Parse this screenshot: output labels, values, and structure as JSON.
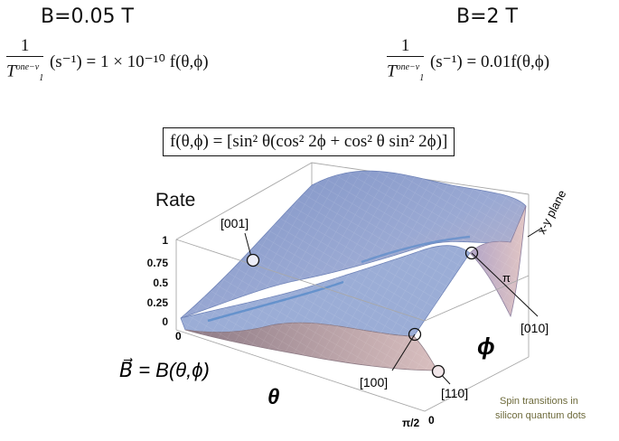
{
  "header": {
    "left_title": "B=0.05 T",
    "right_title": "B=2 T",
    "left_formula": {
      "numerator": "1",
      "denominator_var": "T",
      "denominator_sub": "1",
      "denominator_sup": "one−v",
      "units": "(s⁻¹)",
      "rhs": "= 1 × 10⁻¹⁰ f(θ,ϕ)"
    },
    "right_formula": {
      "numerator": "1",
      "denominator_var": "T",
      "denominator_sub": "1",
      "denominator_sup": "one−v",
      "units": "(s⁻¹)",
      "rhs": "= 0.01f(θ,ϕ)"
    }
  },
  "function_box": "f(θ,ϕ) = [sin² θ(cos² 2ϕ + cos² θ sin² 2ϕ)]",
  "plot": {
    "rate_label": "Rate",
    "z_ticks": [
      "1",
      "0.75",
      "0.5",
      "0.25",
      "0"
    ],
    "theta_label": "θ",
    "phi_label": "ϕ",
    "theta_ticks": [
      "0",
      "π/2"
    ],
    "phi_ticks": [
      "0",
      "π"
    ],
    "plane_label": "x-y plane",
    "b_label": "B⃗ = B(θ,ϕ)",
    "points": [
      "[001]",
      "[100]",
      "[110]",
      "[010]"
    ],
    "colors": {
      "surface_high": "#8da1cf",
      "surface_low": "#d8b9bd",
      "highlight": "#4f86c8"
    }
  },
  "caption": [
    "Spin transitions in",
    "silicon quantum dots"
  ]
}
